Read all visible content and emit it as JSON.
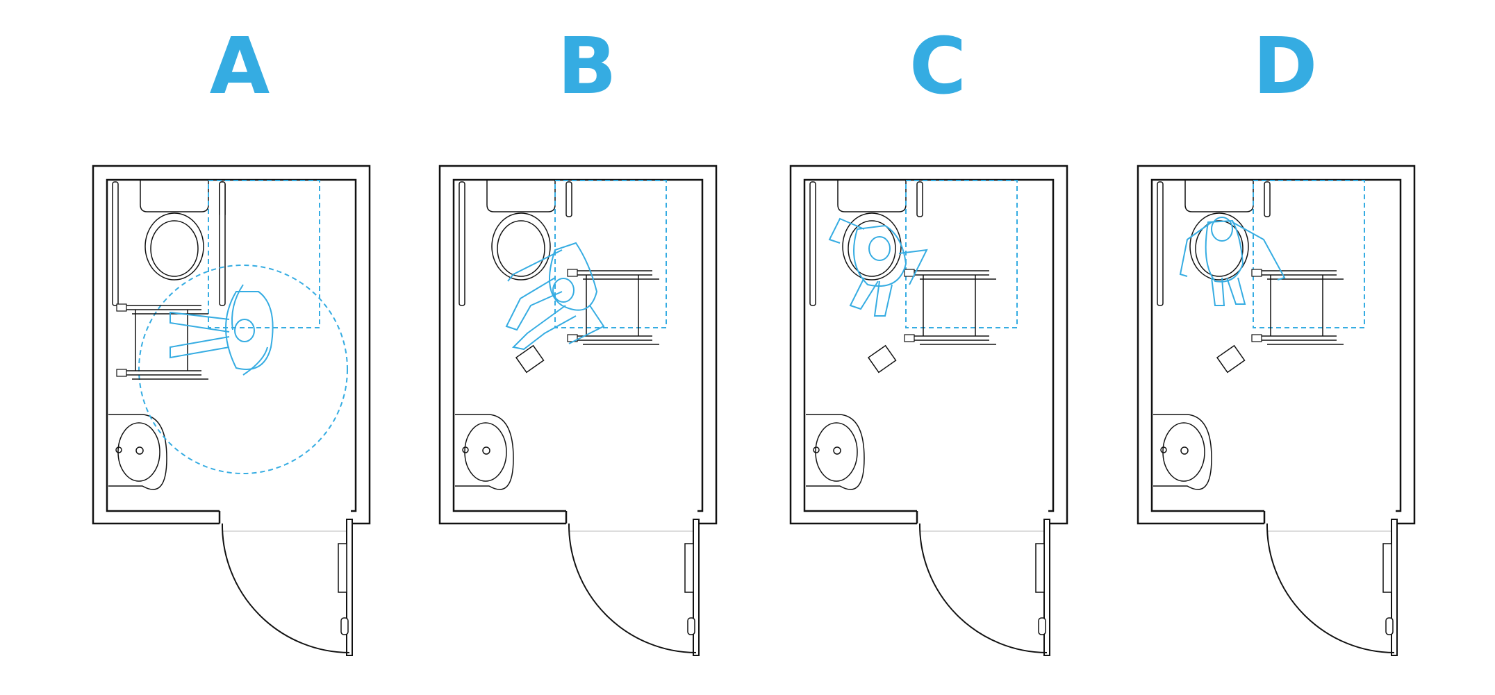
{
  "colors": {
    "accent": "#35ACE2",
    "line": "#111111",
    "background": "#ffffff"
  },
  "panels": [
    {
      "id": "A",
      "label": "A",
      "scenario": "turning-circle"
    },
    {
      "id": "B",
      "label": "B",
      "scenario": "transfer-start"
    },
    {
      "id": "C",
      "label": "C",
      "scenario": "transfer-mid"
    },
    {
      "id": "D",
      "label": "D",
      "scenario": "transfer-stand"
    }
  ]
}
